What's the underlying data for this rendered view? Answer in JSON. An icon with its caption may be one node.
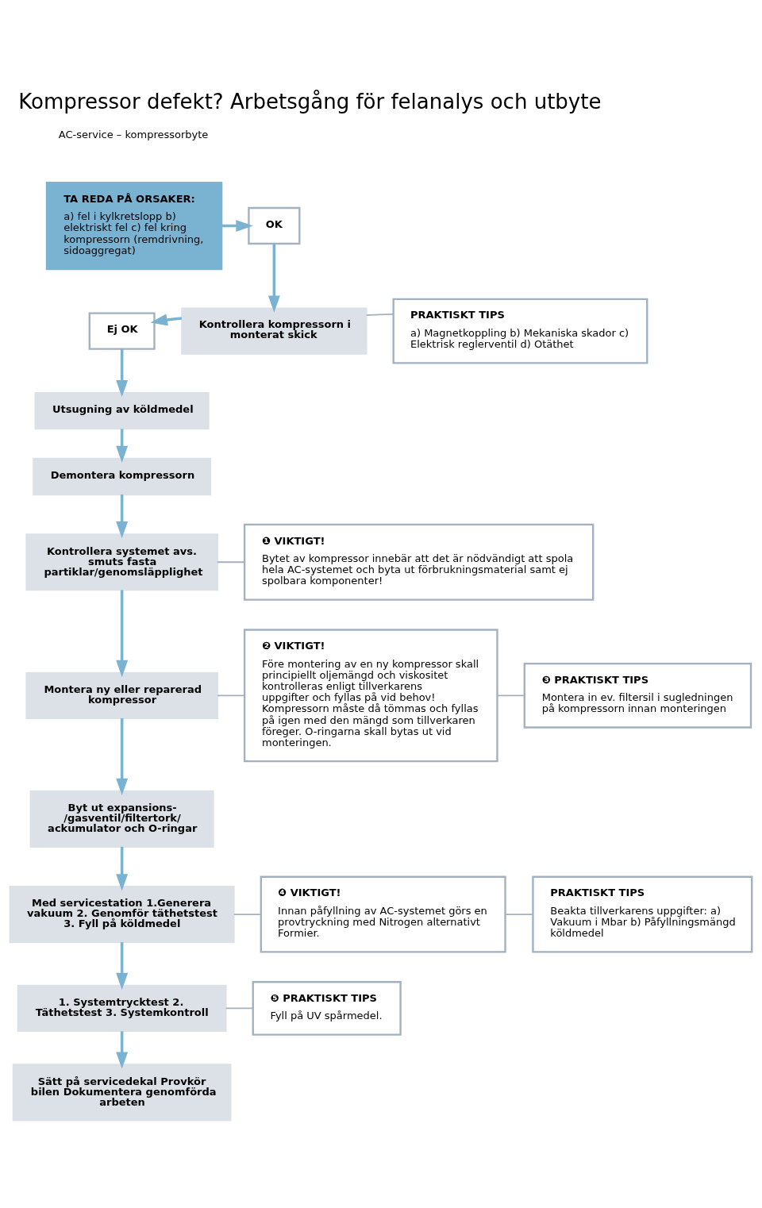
{
  "diagram": {
    "title": "Kompressor defekt? Arbetsgång för felanalys och utbyte",
    "nodes": [
      {
        "text": [
          "TA REDA PÅ ORSAKER:",
          "a) fel i kylkretslopp b) elektriskt fel c) fel kring kompressorn (remdrivning, sidoaggregat)"
        ]
      },
      {
        "text": [
          "OK"
        ]
      },
      {
        "text": [
          "Kontrollera kompressorn i monterat skick"
        ]
      },
      {
        "text": [
          "PRAKTISKT TIPS",
          "a) Magnetkoppling b) Mekaniska skador c) Elektrisk reglerventil d) Otäthet"
        ]
      },
      {
        "text": [
          "Ej OK"
        ]
      },
      {
        "text": [
          "Utsugning av köldmedel"
        ]
      },
      {
        "text": [
          "Demontera kompressorn"
        ]
      },
      {
        "text": [
          "Kontrollera systemet avs. smuts fasta partiklar/genomsläpplighet"
        ]
      },
      {
        "text": [
          "❶ VIKTIGT!",
          "Bytet av kompressor innebär att det är nödvändigt att spola hela AC-systemet och byta ut förbrukningsmaterial samt ej spolbara komponenter!"
        ]
      },
      {
        "text": [
          "Montera ny eller reparerad kompressor"
        ]
      },
      {
        "text": [
          "❷ VIKTIGT!",
          "Före montering av en ny kompressor skall principiellt oljemängd och viskositet kontrolleras enligt tillverkarens uppgifter och fyllas på vid behov! Kompressorn måste då tömmas och fyllas på igen med den mängd som tillverkaren föreger. O-ringarna skall bytas ut vid monteringen."
        ]
      },
      {
        "text": [
          "❸ PRAKTISKT TIPS",
          "Montera in ev. filtersil i sugledningen på kompressorn innan monteringen"
        ]
      },
      {
        "text": [
          "Byt ut expansions-/gasventil/filtertork/ ackumulator och O-ringar"
        ]
      },
      {
        "text": [
          "Med servicestation 1.Generera vakuum 2. Genomför täthetstest 3. Fyll på köldmedel"
        ]
      },
      {
        "text": [
          "❹ VIKTIGT!",
          "Innan påfyllning av AC-systemet görs en provtryckning med Nitrogen alternativt Formier."
        ]
      },
      {
        "text": [
          "PRAKTISKT TIPS",
          "Beakta tillverkarens uppgifter: a) Vakuum i Mbar b) Påfyllningsmängd köldmedel"
        ]
      },
      {
        "text": [
          "1. Systemtrycktest 2. Täthetstest 3. Systemkontroll"
        ]
      },
      {
        "text": [
          "❺ PRAKTISKT TIPS",
          "Fyll på UV spårmedel."
        ]
      },
      {
        "text": [
          "Sätt på servicedekal Provkör bilen Dokumentera genomförda arbeten"
        ]
      }
    ],
    "edges": [
      {
        "from": 0,
        "to": 1,
        "arrow": "to"
      },
      {
        "from": 1,
        "to": 2,
        "arrow": "to"
      },
      {
        "from": 2,
        "to": 3,
        "arrow": "none",
        "color": "#a3b0c0"
      },
      {
        "from": 2,
        "to": 4,
        "arrow": "to"
      },
      {
        "from": 4,
        "to": 5,
        "arrow": "to"
      },
      {
        "from": 5,
        "to": 6,
        "arrow": "to"
      },
      {
        "from": 6,
        "to": 7,
        "arrow": "to"
      },
      {
        "from": 7,
        "to": 8,
        "arrow": "none",
        "color": "#a3b0c0"
      },
      {
        "from": 7,
        "to": 9,
        "arrow": "to"
      },
      {
        "from": 9,
        "to": 10,
        "arrow": "none",
        "color": "#a3b0c0"
      },
      {
        "from": 10,
        "to": 11,
        "arrow": "none",
        "color": "#a3b0c0"
      },
      {
        "from": 9,
        "to": 12,
        "arrow": "to"
      },
      {
        "from": 12,
        "to": 13,
        "arrow": "to"
      },
      {
        "from": 13,
        "to": 14,
        "arrow": "none",
        "color": "#a3b0c0"
      },
      {
        "from": 14,
        "to": 15,
        "arrow": "none",
        "color": "#a3b0c0"
      },
      {
        "from": 13,
        "to": 16,
        "arrow": "to"
      },
      {
        "from": 16,
        "to": 17,
        "arrow": "none",
        "color": "#a3b0c0"
      },
      {
        "from": 16,
        "to": 18,
        "arrow": "to"
      }
    ],
    "labels": [
      "AC-service – kompressorbyte"
    ]
  }
}
